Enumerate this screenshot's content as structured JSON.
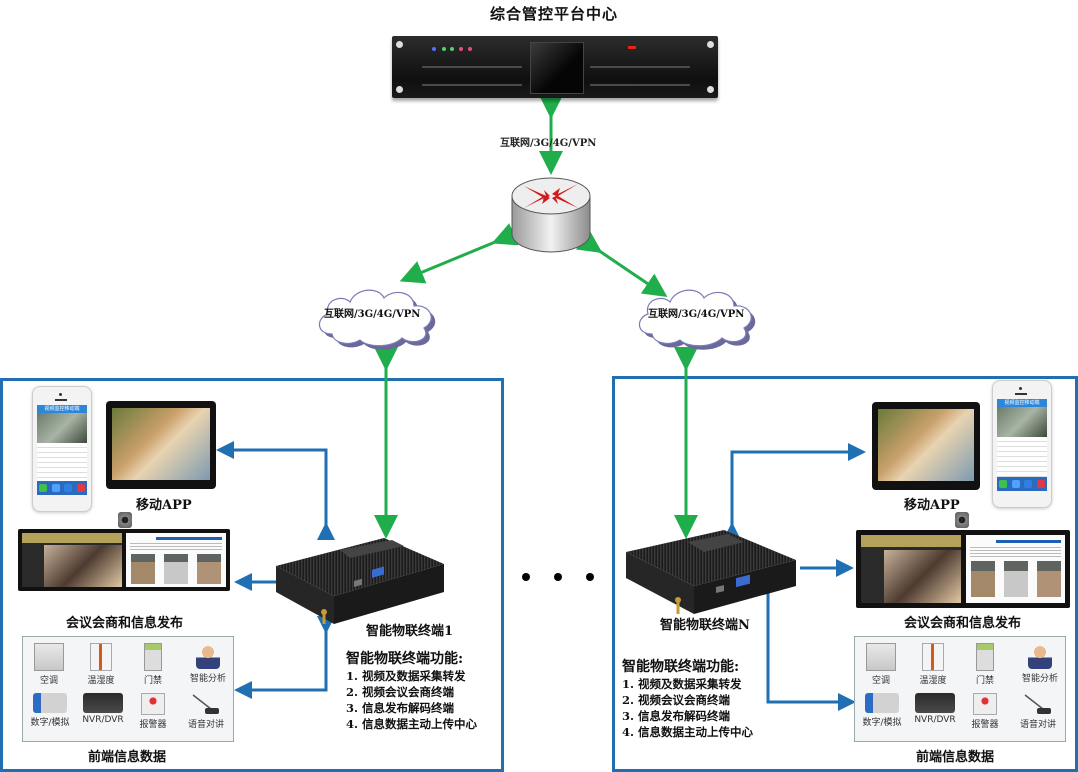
{
  "center": {
    "title": "综合管控平台中心",
    "uplink_label": "互联网/3G/4G/VPN"
  },
  "clouds": [
    {
      "label": "互联网/3G/4G/VPN"
    },
    {
      "label": "互联网/3G/4G/VPN"
    }
  ],
  "ellipsis": "• • •",
  "groups": [
    {
      "id": "1",
      "terminal_label": "智能物联终端1",
      "mobile_app_label": "移动APP",
      "conference_label": "会议会商和信息发布",
      "frontend_label": "前端信息数据",
      "phone_header": "视频监控移动端",
      "functions_title": "智能物联终端功能:",
      "functions": [
        "1. 视频及数据采集转发",
        "2. 视频会议会商终端",
        "3. 信息发布解码终端",
        "4. 信息数据主动上传中心"
      ],
      "devices": [
        {
          "label": "空调",
          "icon": "air-conditioner-icon"
        },
        {
          "label": "温湿度",
          "icon": "thermometer-icon"
        },
        {
          "label": "门禁",
          "icon": "access-control-icon"
        },
        {
          "label": "智能分析",
          "icon": "person-analysis-icon"
        },
        {
          "label": "数字/模拟",
          "icon": "camera-icon"
        },
        {
          "label": "NVR/DVR",
          "icon": "nvr-icon"
        },
        {
          "label": "报警器",
          "icon": "alarm-icon"
        },
        {
          "label": "语音对讲",
          "icon": "microphone-icon"
        }
      ]
    },
    {
      "id": "N",
      "terminal_label": "智能物联终端N",
      "mobile_app_label": "移动APP",
      "conference_label": "会议会商和信息发布",
      "frontend_label": "前端信息数据",
      "phone_header": "视频监控移动端",
      "functions_title": "智能物联终端功能:",
      "functions": [
        "1. 视频及数据采集转发",
        "2. 视频会议会商终端",
        "3. 信息发布解码终端",
        "4. 信息数据主动上传中心"
      ],
      "devices": [
        {
          "label": "空调",
          "icon": "air-conditioner-icon"
        },
        {
          "label": "温湿度",
          "icon": "thermometer-icon"
        },
        {
          "label": "门禁",
          "icon": "access-control-icon"
        },
        {
          "label": "智能分析",
          "icon": "person-analysis-icon"
        },
        {
          "label": "数字/模拟",
          "icon": "camera-icon"
        },
        {
          "label": "NVR/DVR",
          "icon": "nvr-icon"
        },
        {
          "label": "报警器",
          "icon": "alarm-icon"
        },
        {
          "label": "语音对讲",
          "icon": "microphone-icon"
        }
      ]
    }
  ],
  "colors": {
    "network_arrow": "#1fae4b",
    "local_arrow": "#1f6fb2",
    "group_border": "#1f6fb2",
    "router_arrow": "#d11a1a"
  }
}
